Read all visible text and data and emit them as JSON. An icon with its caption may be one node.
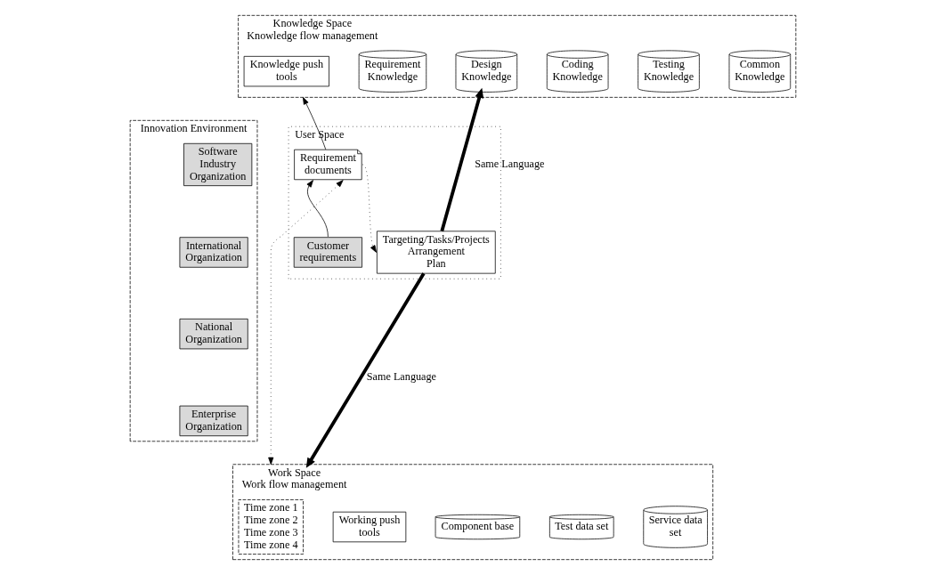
{
  "diagram": {
    "nodes": [
      {
        "text": [
          "Knowledge Space",
          "Knowledge flow management"
        ]
      },
      {
        "text": [
          "Knowledge push tools"
        ],
        "in": 0
      },
      {
        "text": [
          "Requirement Knowledge"
        ],
        "in": 0
      },
      {
        "text": [
          "Design Knowledge"
        ],
        "in": 0
      },
      {
        "text": [
          "Coding Knowledge"
        ],
        "in": 0
      },
      {
        "text": [
          "Testing Knowledge"
        ],
        "in": 0
      },
      {
        "text": [
          "Common Knowledge"
        ],
        "in": 0
      },
      {
        "text": [
          "User Space"
        ]
      },
      {
        "text": [
          "Requirement documents"
        ],
        "in": 7
      },
      {
        "text": [
          "Customer requirements"
        ],
        "in": 7
      },
      {
        "text": [
          "Targeting/Tasks/Projects Arrangement Plan"
        ],
        "in": 7
      },
      {
        "text": [
          "Innovation Environment"
        ]
      },
      {
        "text": [
          "Software Industry Organization"
        ],
        "in": 11
      },
      {
        "text": [
          "International Organization"
        ],
        "in": 11
      },
      {
        "text": [
          "National Organization"
        ],
        "in": 11
      },
      {
        "text": [
          "Enterprise Organization"
        ],
        "in": 11
      },
      {
        "text": [
          "Work Space",
          "Work flow management"
        ]
      },
      {
        "text": [
          "Time zone 1",
          "Time zone 2",
          "Time zone 3",
          "Time zone 4"
        ],
        "in": 16
      },
      {
        "text": [
          "Working push tools"
        ],
        "in": 16
      },
      {
        "text": [
          "Component base"
        ],
        "in": 16
      },
      {
        "text": [
          "Test data set"
        ],
        "in": 16
      },
      {
        "text": [
          "Service data set"
        ],
        "in": 16
      }
    ],
    "edges": [
      {
        "from": 8,
        "to": 0,
        "arrow": "to"
      },
      {
        "from": 9,
        "to": 8,
        "arrow": "to"
      },
      {
        "from": 8,
        "to": 10,
        "arrow": "to",
        "style": "dashed"
      },
      {
        "from": 8,
        "to": 16,
        "arrow": "both",
        "style": "dashed"
      },
      {
        "from": 10,
        "to": 3,
        "arrow": "to",
        "style": "thick",
        "label": "Same Language"
      },
      {
        "from": 10,
        "to": 16,
        "arrow": "to",
        "style": "thick",
        "label": "Same Language"
      }
    ]
  }
}
